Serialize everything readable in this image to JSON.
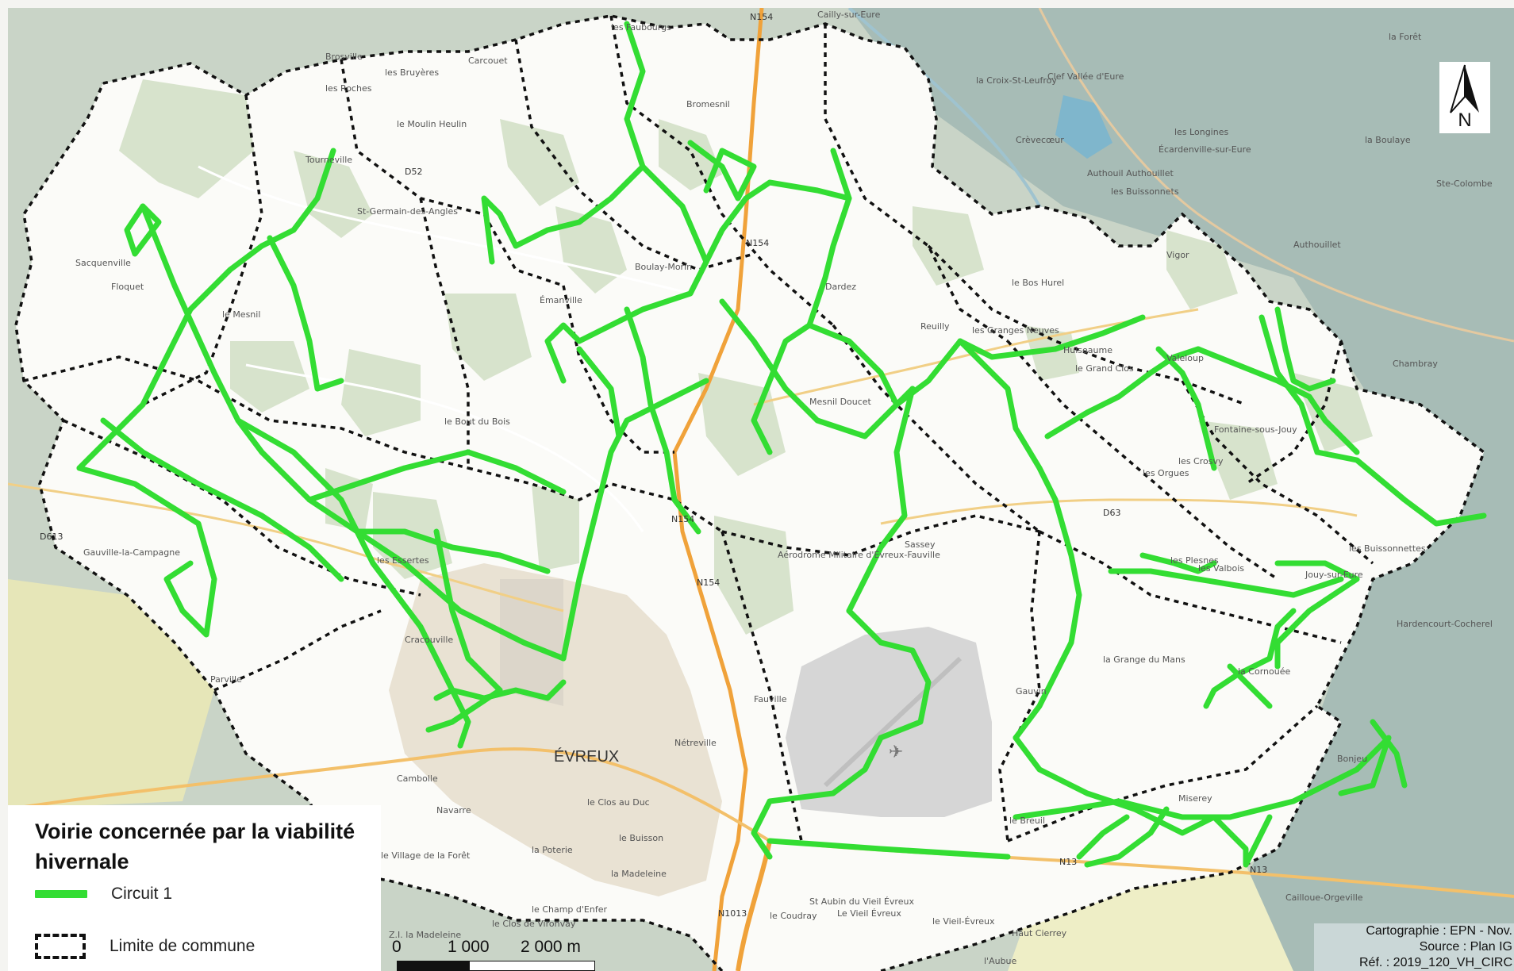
{
  "legend": {
    "title": "Voirie concernée par la viabilité hivernale",
    "items": [
      {
        "label": "Circuit 1",
        "symbol": "green-line",
        "color": "#33dd33"
      },
      {
        "label": "Limite de commune",
        "symbol": "dashed-boundary",
        "color": "#111111"
      }
    ]
  },
  "north_arrow": {
    "label": "N"
  },
  "scale_bar": {
    "labels": [
      "0",
      "1 000",
      "2 000 m"
    ]
  },
  "credits": [
    "Cartographie : EPN - Nov.",
    "Source : Plan IG",
    "Réf. : 2019_120_VH_CIRC"
  ],
  "places": [
    "les Faubourgs",
    "Clef Vallée d'Eure",
    "la Croix-St-Leufroy",
    "Crèvecœur",
    "les Longines",
    "Écardenville-sur-Eure",
    "la Boulaye",
    "Authouil Authouillet",
    "les Buissonnets",
    "Authouillet",
    "la Forêt",
    "Ste-Colombe",
    "Tourneville",
    "St-Germain-des-Angles",
    "Bromesnil",
    "Brosville",
    "les Bruyères",
    "Carcouet",
    "les Roches",
    "le Moulin Heulin",
    "Sacquenville",
    "Floquet",
    "le Mesnil",
    "Boulay-Morin",
    "N154",
    "Émanville",
    "Dardez",
    "le Bos Hurel",
    "les Granges Neuves",
    "Reuilly",
    "Huiseaume",
    "le Grand Clos",
    "Vigor",
    "Valeloup",
    "Chambray",
    "le Bout du Bois",
    "Mesnil Doucet",
    "Fontaine-sous-Jouy",
    "les Crosvy",
    "les Orgues",
    "Gauville-la-Campagne",
    "les Essertes",
    "Cracouville",
    "Aérodrome Militaire d'Évreux-Fauville",
    "Sassey",
    "les Plesnes",
    "les Valbois",
    "Jouy-sur-Eure",
    "les Buissonnettes",
    "Hardencourt-Cocherel",
    "la Grange du Mans",
    "la Cornouée",
    "Parville",
    "ÉVREUX",
    "Cambolle",
    "Navarre",
    "le Clos au Duc",
    "Nétreville",
    "Fauville",
    "le Buisson",
    "la Madeleine",
    "la Poterie",
    "le Village de la Forêt",
    "le Champ d'Enfer",
    "le Clos de Vironvay",
    "Z.I. la Madeleine",
    "Gauvin",
    "Miserey",
    "le Breuil",
    "Bonjeu",
    "St Aubin du Vieil Évreux",
    "Le Vieil Évreux",
    "le Coudray",
    "le Vieil-Évreux",
    "Haut Cierrey",
    "Cailloue-Orgeville",
    "N13",
    "N1013",
    "D63",
    "D52",
    "D613",
    "l'Aubue",
    "Cailly-sur-Eure"
  ]
}
